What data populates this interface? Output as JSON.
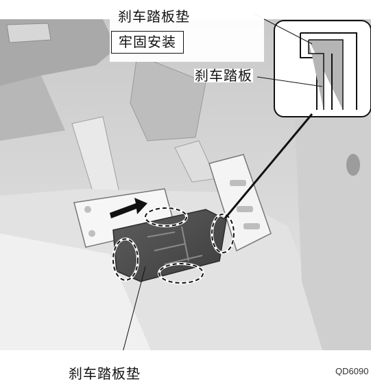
{
  "labels": {
    "top_title": "刹车踏板垫",
    "boxed_instruction": "牢固安装",
    "pedal": "刹车踏板",
    "bottom_title": "刹车踏板垫",
    "figure_code": "QD6090"
  }
}
